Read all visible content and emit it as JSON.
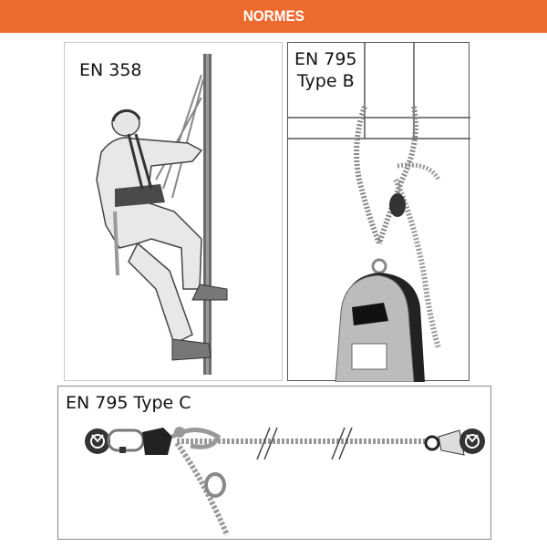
{
  "header": {
    "title": "NORMES",
    "color": "#ec6a2e"
  },
  "panels": {
    "en358": {
      "label": "EN 358"
    },
    "en795b": {
      "label_line1": "EN 795",
      "label_line2": "Type B"
    },
    "en795c": {
      "label": "EN 795 Type C"
    }
  }
}
